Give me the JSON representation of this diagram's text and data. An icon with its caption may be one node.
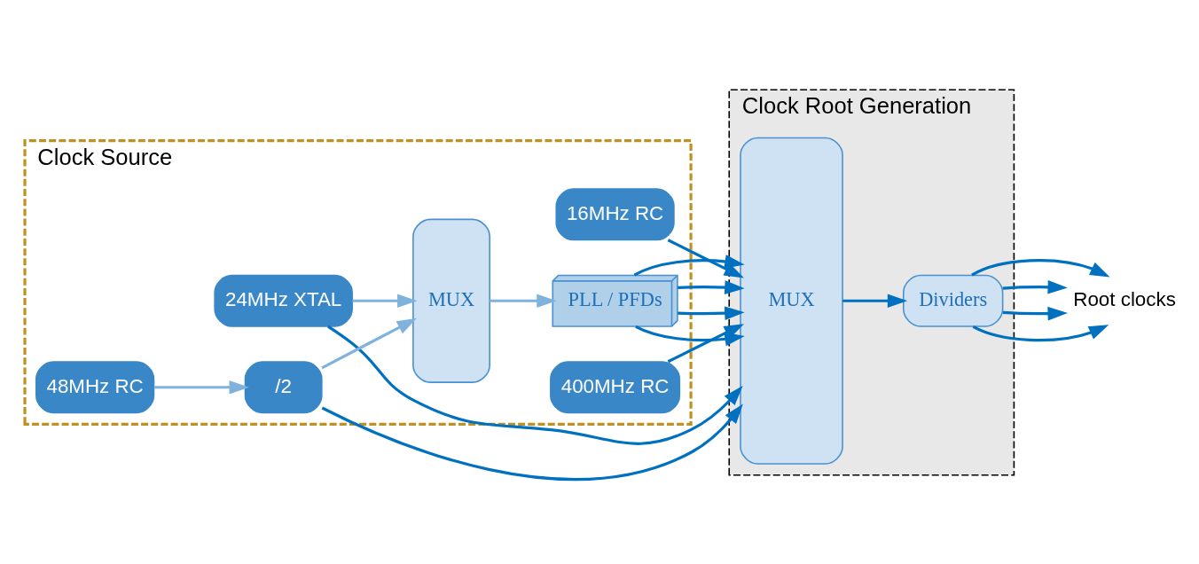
{
  "diagram": {
    "nodes": [
      {
        "text": [
          "Clock Source"
        ]
      },
      {
        "text": [
          "24MHz XTAL"
        ],
        "in": 0
      },
      {
        "text": [
          "48MHz RC"
        ],
        "in": 0
      },
      {
        "text": [
          "/2"
        ],
        "in": 0
      },
      {
        "text": [
          "MUX"
        ],
        "in": 0
      },
      {
        "text": [
          "PLL / PFDs"
        ],
        "in": 0
      },
      {
        "text": [
          "400MHz RC"
        ],
        "in": 0
      },
      {
        "text": [
          "16MHz RC"
        ],
        "in": 0
      },
      {
        "text": [
          "Clock Root Generation"
        ]
      },
      {
        "text": [
          "MUX"
        ],
        "in": 8
      },
      {
        "text": [
          "Dividers"
        ],
        "in": 8
      },
      {
        "text": [
          "Root clocks"
        ]
      }
    ],
    "edges": [
      {
        "from": 1,
        "to": 4,
        "arrow": "to",
        "color": "#7fb2dc"
      },
      {
        "from": 1,
        "to": 9,
        "arrow": "to"
      },
      {
        "from": 2,
        "to": 3,
        "arrow": "to",
        "color": "#7fb2dc"
      },
      {
        "from": 3,
        "to": 4,
        "arrow": "to",
        "color": "#7fb2dc"
      },
      {
        "from": 3,
        "to": 9,
        "arrow": "to"
      },
      {
        "from": 4,
        "to": 5,
        "arrow": "to",
        "color": "#7fb2dc"
      },
      {
        "from": 5,
        "to": 9,
        "arrow": "to"
      },
      {
        "from": 5,
        "to": 9,
        "arrow": "to"
      },
      {
        "from": 5,
        "to": 9,
        "arrow": "to"
      },
      {
        "from": 5,
        "to": 9,
        "arrow": "to"
      },
      {
        "from": 6,
        "to": 9,
        "arrow": "to"
      },
      {
        "from": 7,
        "to": 9,
        "arrow": "to"
      },
      {
        "from": 9,
        "to": 10,
        "arrow": "to"
      },
      {
        "from": 10,
        "to": 11,
        "arrow": "to"
      },
      {
        "from": 10,
        "to": 11,
        "arrow": "to"
      },
      {
        "from": 10,
        "to": 11,
        "arrow": "to"
      },
      {
        "from": 10,
        "to": 11,
        "arrow": "to"
      }
    ]
  }
}
